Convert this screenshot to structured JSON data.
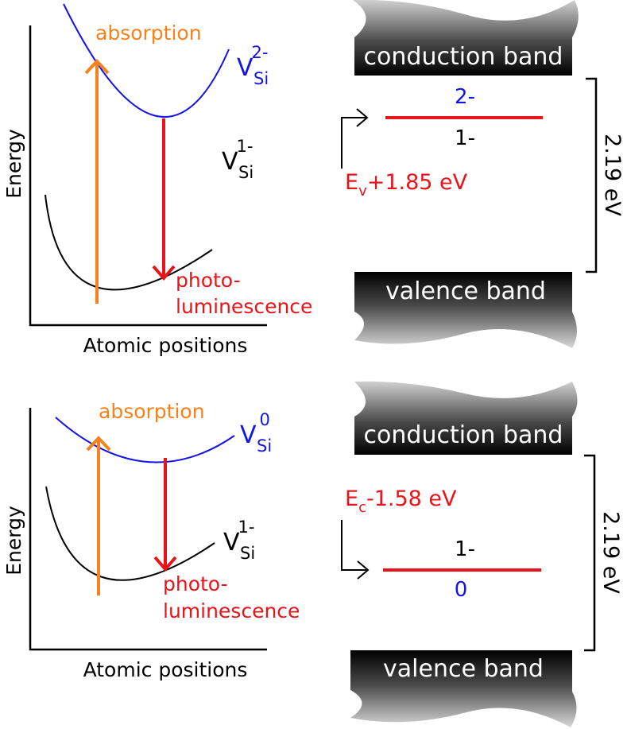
{
  "colors": {
    "orange": "#f5821f",
    "red": "#e8141a",
    "blue": "#1414e6",
    "black": "#000000",
    "band_dark": "#000000",
    "band_light": "#cccccc"
  },
  "panels": [
    {
      "ylabel": "Energy",
      "xlabel": "Atomic positions",
      "absorption_label": "absorption",
      "pl_label_line1": "photo-",
      "pl_label_line2": "luminescence",
      "upper_state": {
        "base": "V",
        "sub": "Si",
        "sup": "2-"
      },
      "lower_state": {
        "base": "V",
        "sub": "Si",
        "sup": "1-"
      },
      "conduction_band_label": "conduction band",
      "valence_band_label": "valence band",
      "gap_label": "2.19 eV",
      "level_above_label": "2-",
      "level_below_label": "1-",
      "level_energy_ref": {
        "base": "E",
        "sub": "v",
        "rest": "+1.85 eV"
      }
    },
    {
      "ylabel": "Energy",
      "xlabel": "Atomic positions",
      "absorption_label": "absorption",
      "pl_label_line1": "photo-",
      "pl_label_line2": "luminescence",
      "upper_state": {
        "base": "V",
        "sub": "Si",
        "sup": "0"
      },
      "lower_state": {
        "base": "V",
        "sub": "Si",
        "sup": "1-"
      },
      "conduction_band_label": "conduction band",
      "valence_band_label": "valence band",
      "gap_label": "2.19 eV",
      "level_above_label": "1-",
      "level_below_label": "0",
      "level_energy_ref": {
        "base": "E",
        "sub": "c",
        "rest": "-1.58 eV"
      }
    }
  ]
}
